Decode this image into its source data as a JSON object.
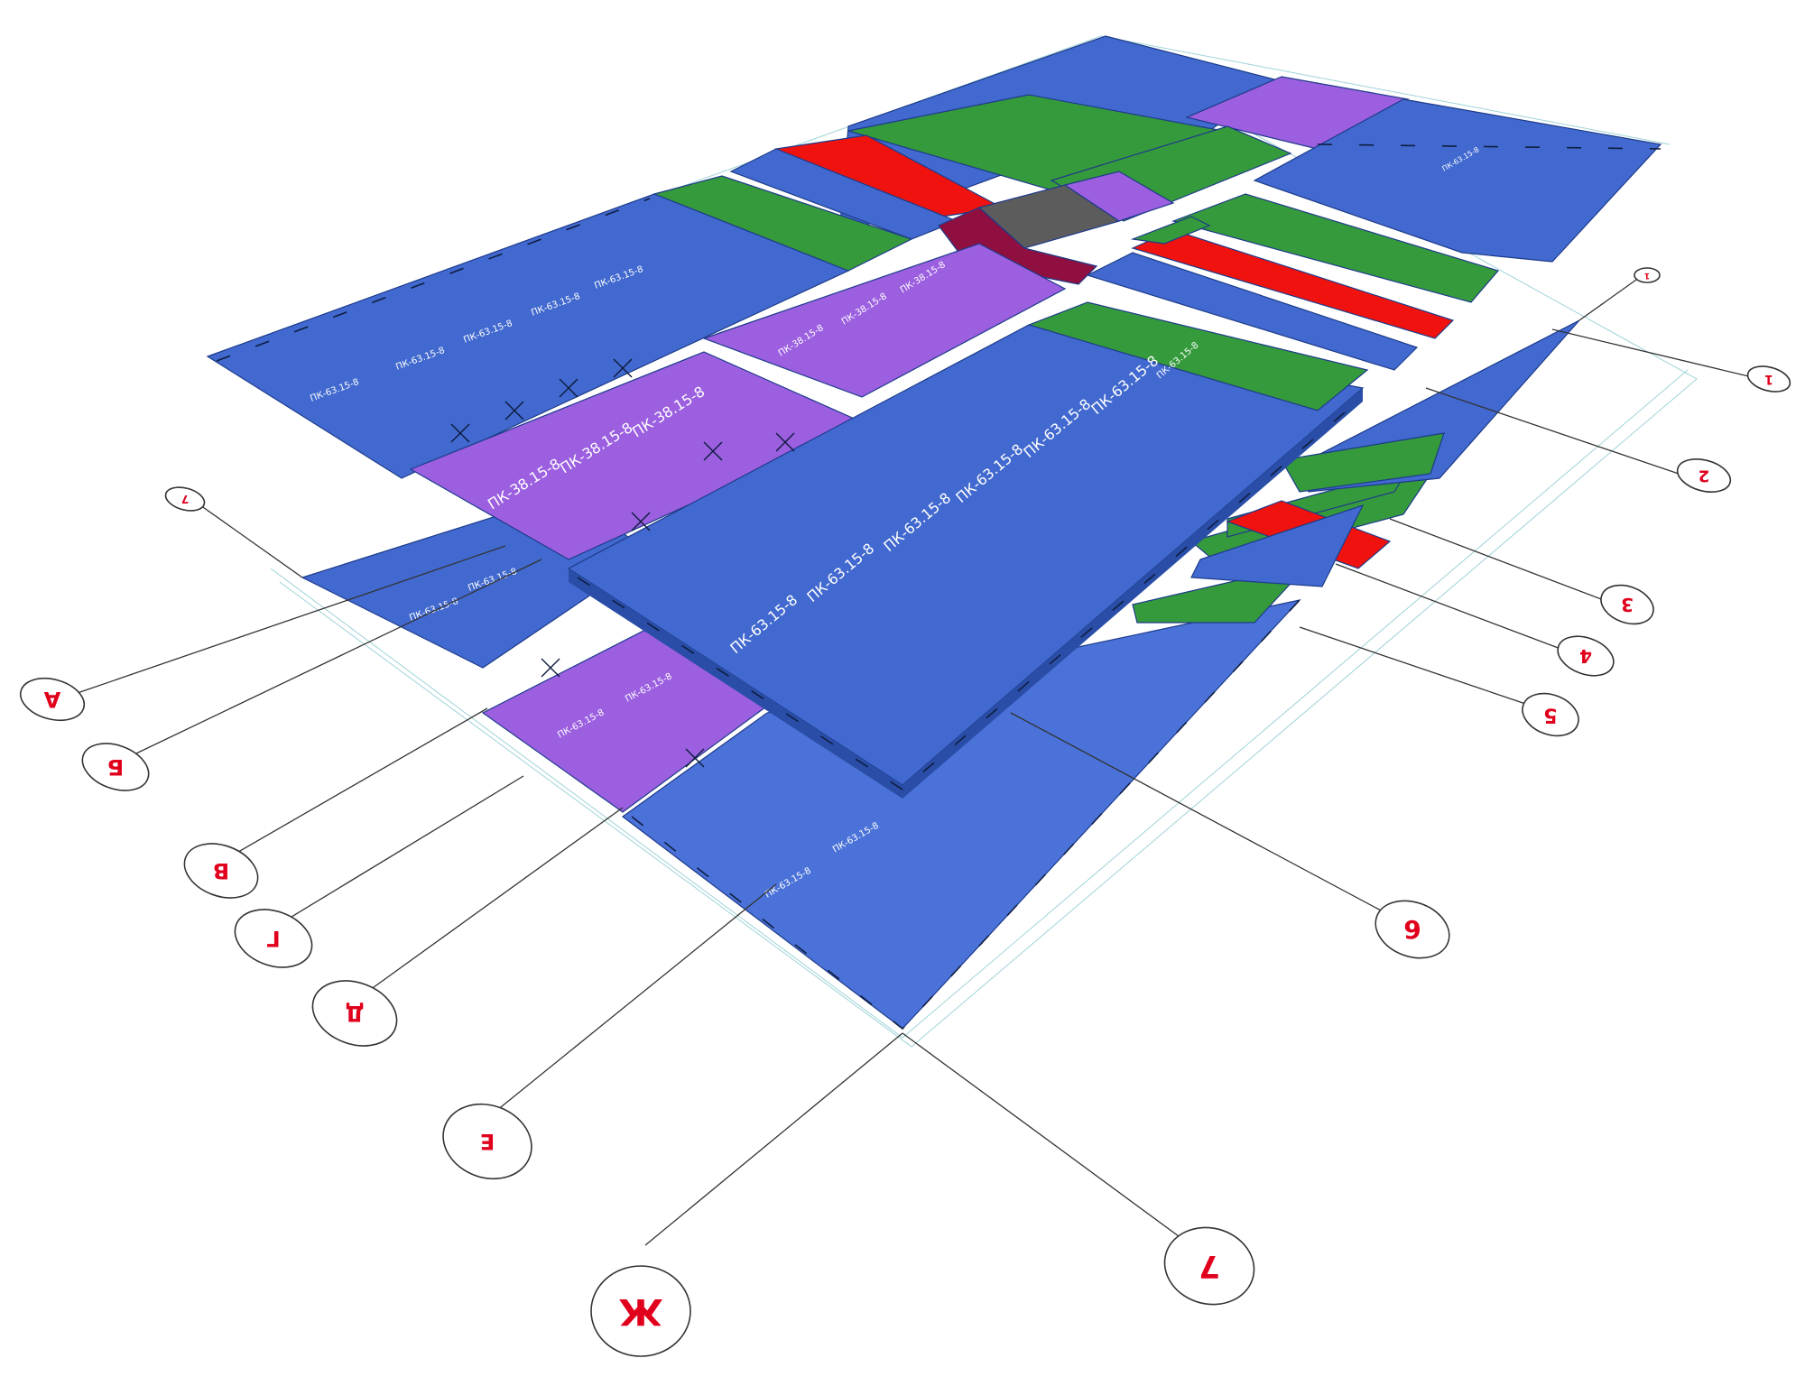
{
  "colors": {
    "blue": "#4169cf",
    "blue_dark": "#2a4ea8",
    "purple": "#9b5fe0",
    "green": "#359a3b",
    "red": "#f0120e",
    "grey": "#5c5c5c",
    "maroon": "#8f1040",
    "marker_text": "#e0001c"
  },
  "slab_labels": {
    "pk63": "ПК-63.15-8",
    "pk38": "ПК-38.15-8",
    "pk_small": "ПК-63.15-8"
  },
  "grid_markers": {
    "letters": [
      "А",
      "Б",
      "В",
      "Г",
      "Д",
      "Е",
      "Ж"
    ],
    "numbers": [
      "1",
      "2",
      "3",
      "4",
      "5",
      "6",
      "7"
    ],
    "top_left": "7",
    "top_right": "1"
  }
}
